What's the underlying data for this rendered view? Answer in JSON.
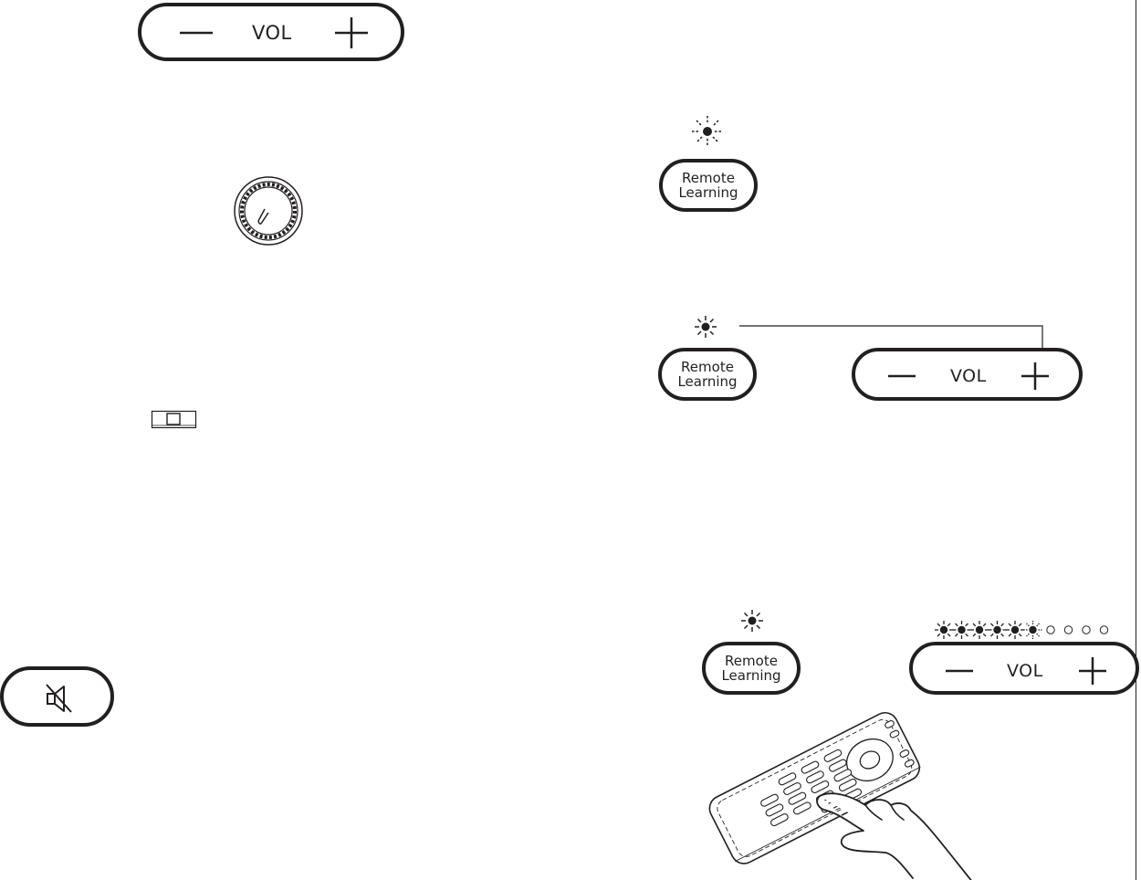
{
  "vol_control": {
    "label": "VOL",
    "minus_icon": "minus-icon",
    "plus_icon": "plus-icon"
  },
  "remote_learning": {
    "line1": "Remote",
    "line2": "Learning"
  },
  "icons": {
    "mute": "speaker-muted-icon",
    "knob": "volume-knob-icon",
    "switch": "slide-switch-icon",
    "led": "led-light-icon",
    "remote": "remote-control-icon",
    "hand": "hand-pressing-icon"
  },
  "led_meter": {
    "lit_count": 6,
    "total_count": 10
  },
  "colors": {
    "ink": "#231f20",
    "background": "#ffffff"
  }
}
